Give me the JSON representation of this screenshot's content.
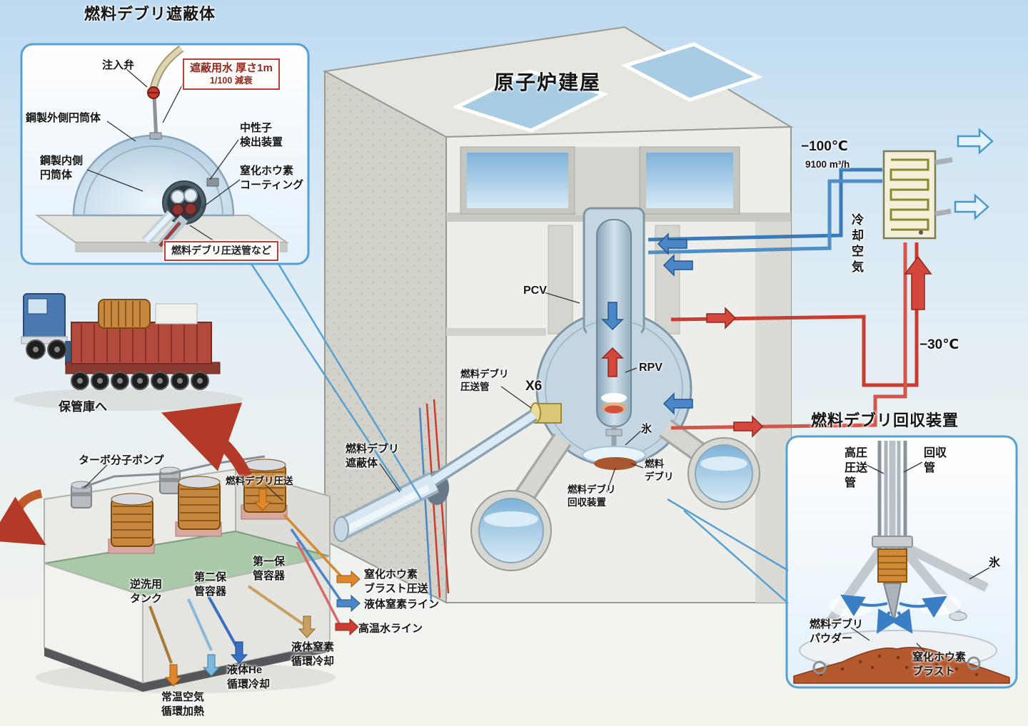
{
  "inset_shield": {
    "title": "燃料デブリ遮蔽体",
    "injection_valve": "注入弁",
    "shield_water_line1": "遮蔽用水 厚さ1m",
    "shield_water_line2": "1/100 減衰",
    "outer_cylinder": "鋼製外側円筒体",
    "neutron_detector": "中性子\n検出装置",
    "inner_cylinder": "鋼製内側\n円筒体",
    "bn_coating": "窒化ホウ素\nコーティング",
    "debris_pipe_note": "燃料デブリ圧送管など"
  },
  "truck": {
    "to_storage": "保管庫へ"
  },
  "container_unit": {
    "turbo_pump": "ターボ分子ポンプ",
    "debris_transfer": "燃料デブリ圧送",
    "backwash_tank": "逆洗用\nタンク",
    "storage2": "第二保\n管容器",
    "storage1": "第一保\n管容器",
    "liquid_he": "液体He\n循環冷却",
    "ambient_air": "常温空気\n循環加熱",
    "liquid_n2": "液体窒素\n循環冷却"
  },
  "legend": {
    "bn_blast": "窒化ホウ素\nブラスト圧送",
    "n2_line": "液体窒素ライン",
    "hot_water": "高温水ライン"
  },
  "building": {
    "title": "原子炉建屋",
    "pcv": "PCV",
    "rpv": "RPV",
    "x6": "X6",
    "debris_pipe": "燃料デブリ\n圧送管",
    "debris_shield": "燃料デブリ\n遮蔽体",
    "ice": "氷",
    "fuel_debris": "燃料\nデブリ",
    "recovery_device": "燃料デブリ\n回収装置"
  },
  "cooling": {
    "temp_minus100": "−100℃",
    "flow": "9100 m³/h",
    "cooling_air": "冷\n却\n空\n気",
    "temp_minus30": "−30℃"
  },
  "inset_recovery": {
    "title": "燃料デブリ回収装置",
    "hp_pipe": "高圧\n圧送\n管",
    "recovery_pipe": "回収\n管",
    "ice": "氷",
    "debris_powder": "燃料デブリ\nパウダー",
    "bn_blast": "窒化ホウ素\nブラスト"
  },
  "colors": {
    "accent_blue": "#57a0d2",
    "pipe_blue": "#3a7ab8",
    "pipe_red": "#c93c30",
    "note_red": "#b5413a",
    "coil_copper": "#c8873f"
  }
}
